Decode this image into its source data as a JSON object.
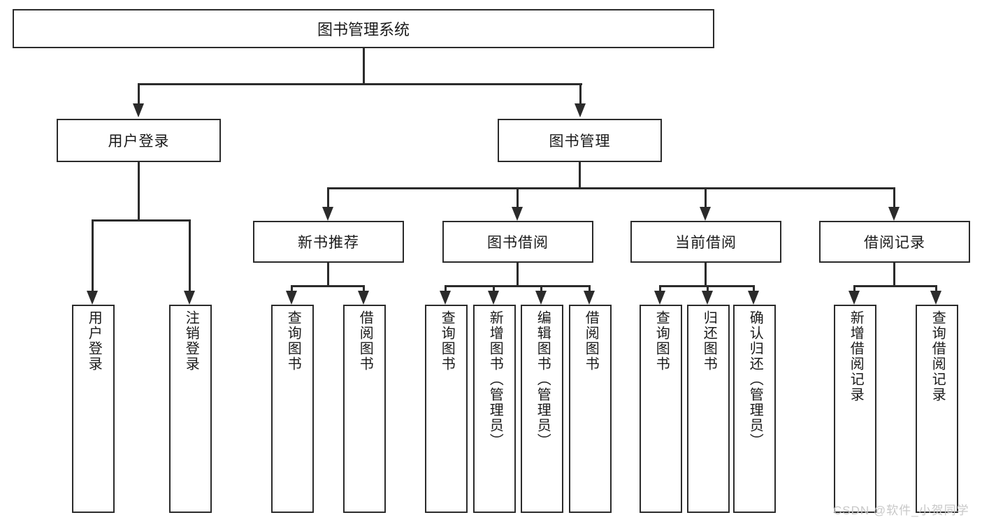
{
  "diagram": {
    "title": "图书管理系统",
    "type": "tree",
    "root": {
      "label": "图书管理系统"
    },
    "level2": [
      {
        "label": "用户登录"
      },
      {
        "label": "图书管理"
      }
    ],
    "level3": [
      {
        "label": "新书推荐"
      },
      {
        "label": "图书借阅"
      },
      {
        "label": "当前借阅"
      },
      {
        "label": "借阅记录"
      }
    ],
    "leaves": {
      "user_login": [
        {
          "label": "用户登录"
        },
        {
          "label": "注销登录"
        }
      ],
      "new_book_recommend": [
        {
          "label": "查询图书"
        },
        {
          "label": "借阅图书"
        }
      ],
      "book_borrow": [
        {
          "label": "查询图书"
        },
        {
          "label": "新增图书（管理员）"
        },
        {
          "label": "编辑图书（管理员）"
        },
        {
          "label": "借阅图书"
        }
      ],
      "current_borrow": [
        {
          "label": "查询图书"
        },
        {
          "label": "归还图书"
        },
        {
          "label": "确认归还（管理员）"
        }
      ],
      "borrow_record": [
        {
          "label": "新增借阅记录"
        },
        {
          "label": "查询借阅记录"
        }
      ]
    }
  },
  "watermark": {
    "text": "CSDN @软件_小贺同学"
  },
  "colors": {
    "stroke": "#2b2b2b",
    "background": "#ffffff",
    "watermark": "#c8c8c8"
  }
}
